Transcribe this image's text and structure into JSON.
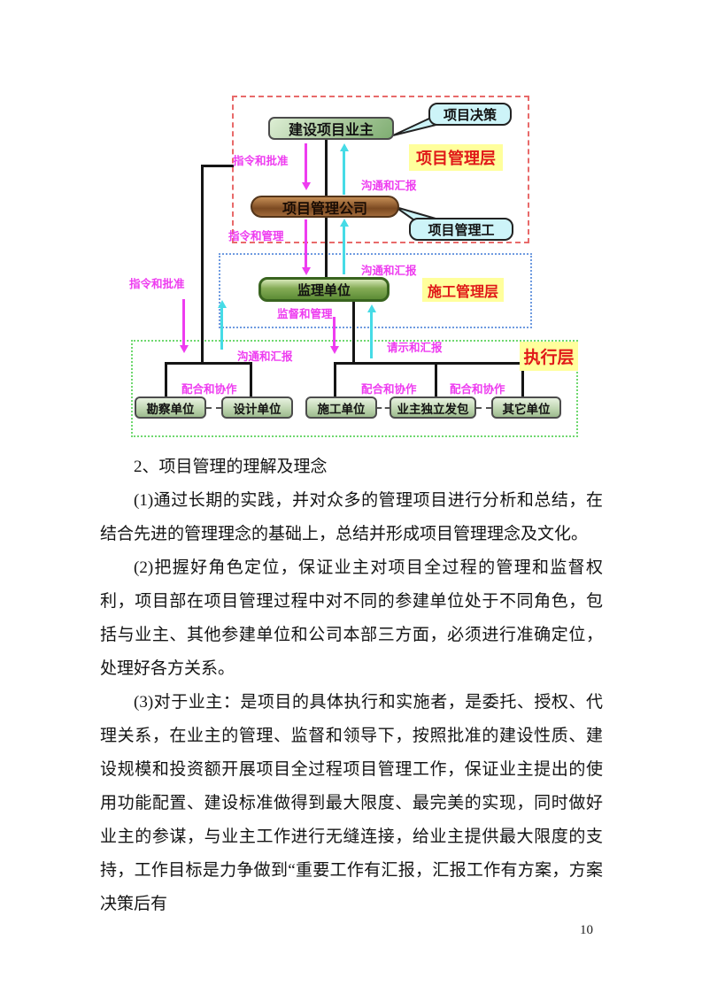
{
  "diagram": {
    "owner_box": "建设项目业主",
    "decision_callout": "项目决策",
    "management_layer_label": "项目管理层",
    "pm_company_box": "项目管理公司",
    "pm_work_callout": "项目管理工",
    "supervision_box": "监理单位",
    "construction_layer_label": "施工管理层",
    "execution_layer_label": "执行层",
    "bottom_units": [
      "勘察单位",
      "设计单位",
      "施工单位",
      "业主独立发包",
      "其它单位"
    ],
    "edge_labels": [
      "指令和批准",
      "沟通和汇报",
      "指令和管理",
      "沟通和汇报",
      "指令和批准",
      "监督和管理",
      "请示和汇报",
      "沟通和汇报",
      "配合和协作",
      "配合和协作",
      "配合和协作"
    ],
    "colors": {
      "command_arrow_magenta": "#ee3cf0",
      "report_arrow_cyan": "#46dbe6",
      "layer_label_bg": "#ffff9c",
      "layer_label_text": "#e01818",
      "region_red_border": "#e86a6a",
      "region_blue_border": "#6f9be0",
      "region_green_border": "#6fd86f",
      "callout_bg": "#cdf4f8"
    }
  },
  "content": {
    "heading": "2、项目管理的理解及理念",
    "paragraphs": [
      "(1)通过长期的实践，并对众多的管理项目进行分析和总结，在结合先进的管理理念的基础上，总结并形成项目管理理念及文化。",
      "(2)把握好角色定位，保证业主对项目全过程的管理和监督权利，项目部在项目管理过程中对不同的参建单位处于不同角色，包括与业主、其他参建单位和公司本部三方面，必须进行准确定位，处理好各方关系。",
      "(3)对于业主：是项目的具体执行和实施者，是委托、授权、代理关系，在业主的管理、监督和领导下，按照批准的建设性质、建设规模和投资额开展项目全过程项目管理工作，保证业主提出的使用功能配置、建设标准做得到最大限度、最完美的实现，同时做好业主的参谋，与业主工作进行无缝连接，给业主提供最大限度的支持，工作目标是力争做到“重要工作有汇报，汇报工作有方案，方案决策后有"
    ]
  },
  "page_number": "10"
}
